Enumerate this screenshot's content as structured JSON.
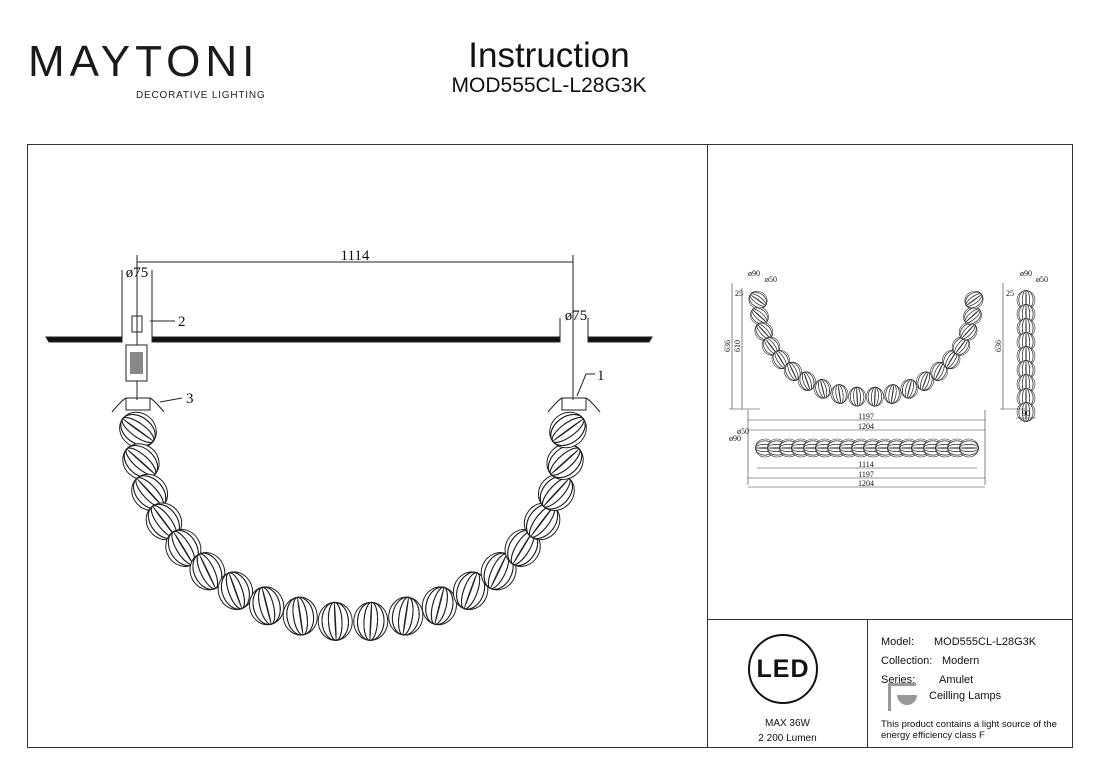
{
  "brand": {
    "name": "MAYTONI",
    "tagline": "DECORATIVE LIGHTING"
  },
  "header": {
    "title": "Instruction",
    "model": "MOD555CL-L28G3K"
  },
  "main_drawing": {
    "span_dim": "1114",
    "left_hole_dim": "ø75",
    "right_hole_dim": "ø75",
    "callouts": [
      "1",
      "2",
      "3"
    ],
    "bead_count": 20
  },
  "side_drawings": {
    "front": {
      "d_top": "ø90",
      "d_small": "ø50",
      "h_cap": "25",
      "h_total": "636",
      "h_body": "610",
      "w_inner": "1197",
      "w_outer": "1204"
    },
    "side": {
      "d_top": "ø90",
      "d_small": "ø50",
      "h_cap": "25",
      "h_total": "636",
      "w": "90"
    },
    "top": {
      "d_small": "ø50",
      "d_big": "ø90",
      "span": "1114",
      "w_inner": "1197",
      "w_outer": "1204"
    }
  },
  "specs": {
    "led_label": "LED",
    "power": "MAX 36W",
    "lumen": "2 200 Lumen"
  },
  "info": {
    "model_label": "Model:",
    "model_value": "MOD555CL-L28G3K",
    "collection_label": "Collection:",
    "collection_value": "Modern",
    "series_label": "Series:",
    "series_value": "Amulet",
    "type_value": "Ceilling Lamps",
    "energy_note": "This product contains a light source of the energy efficiency class F"
  }
}
